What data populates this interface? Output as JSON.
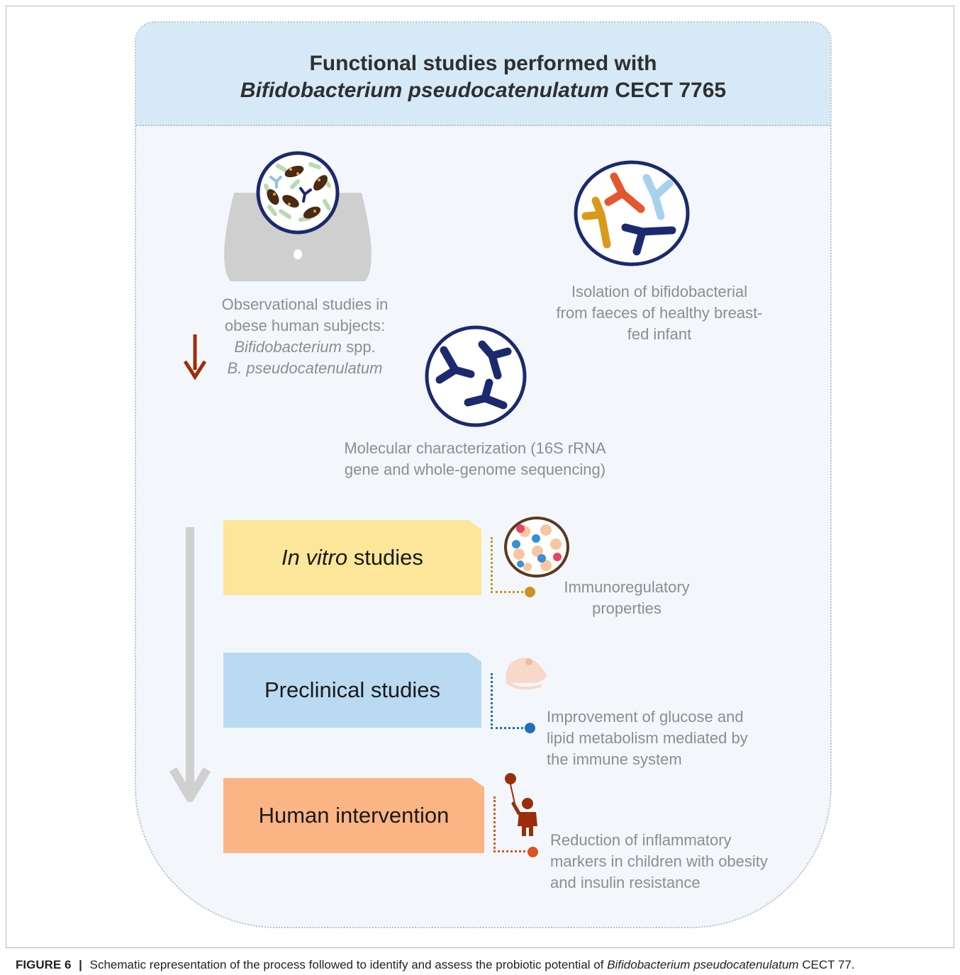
{
  "header": {
    "title_line1": "Functional studies performed with",
    "title_species_italic": "Bifidobacterium pseudocatenulatum",
    "title_strain": "CECT 7765"
  },
  "observational": {
    "line1": "Observational studies in",
    "line2": "obese human subjects:",
    "line3_italic": "Bifidobacterium",
    "line3_rest": "spp.",
    "line4_italic": "B. pseudocatenulatum"
  },
  "isolation": {
    "line1": "Isolation of bifidobacterial",
    "line2": "from faeces of healthy breast-",
    "line3": "fed infant"
  },
  "molecular": {
    "line1": "Molecular characterization (16S rRNA",
    "line2": "gene and whole-genome sequencing)"
  },
  "stages": [
    {
      "label_italic": "In vitro",
      "label_rest": "studies",
      "color": "#fce699",
      "accent": "#c9961a"
    },
    {
      "label_italic": "",
      "label_rest": "Preclinical studies",
      "color": "#b9daf1",
      "accent": "#1f6fb8"
    },
    {
      "label_italic": "",
      "label_rest": "Human intervention",
      "color": "#fbb585",
      "accent": "#d9541f"
    }
  ],
  "outcomes": {
    "invitro": {
      "line1": "Immunoregulatory",
      "line2": "properties"
    },
    "preclinical": {
      "line1": "Improvement of glucose and",
      "line2": "lipid metabolism mediated by",
      "line3": "the immune system"
    },
    "human": {
      "line1": "Reduction of inflammatory",
      "line2": "markers in children with obesity",
      "line3": "and insulin resistance"
    }
  },
  "icons": {
    "microscope_circle": "microbiota-circle-icon",
    "body": "abdomen-icon",
    "down_arrow": "decrease-arrow-icon",
    "colored_bacteria": "bifidobacteria-colored-icon",
    "navy_bacteria": "bifidobacteria-navy-icon",
    "cells": "immune-cells-icon",
    "mouse": "mouse-icon",
    "child": "child-with-balloon-icon",
    "flow_arrow": "flow-down-arrow-icon"
  },
  "colors": {
    "arrow_red": "#9a2e0b",
    "navy": "#1b2a6e",
    "gray_body": "#cfcfcf"
  },
  "caption": {
    "label": "FIGURE 6",
    "separator": "|",
    "text": "Schematic representation of the process followed to identify and assess the probiotic potential of",
    "species_italic": "Bifidobacterium pseudocatenulatum",
    "strain": "CECT 77."
  }
}
